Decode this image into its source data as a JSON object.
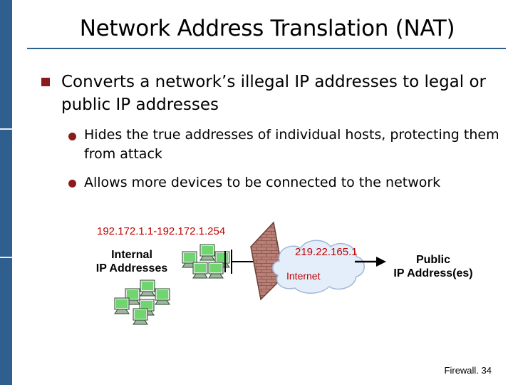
{
  "slide": {
    "title": "Network Address Translation (NAT)",
    "bullet_main": "Converts a network’s illegal IP addresses to legal or public IP addresses",
    "sub_bullets": [
      "Hides the true addresses of individual hosts, protecting them from attack",
      "Allows more devices to be connected to the network"
    ]
  },
  "diagram": {
    "internal_range": "192.172.1.1-192.172.1.254",
    "internal_label_line1": "Internal",
    "internal_label_line2": "IP Addresses",
    "public_ip": "219.22.165.1",
    "internet_label": "Internet",
    "public_label_line1": "Public",
    "public_label_line2": "IP Address(es)",
    "icons": [
      "computer-icon",
      "firewall-icon",
      "cloud-icon",
      "arrow-icon"
    ],
    "colors": {
      "accent_bar": "#2f5f8f",
      "bullet": "#8b1a1a",
      "label_red": "#c00000",
      "computer_screen": "#7fd87f",
      "firewall": "#b07a70"
    }
  },
  "footer": {
    "page_label": "Firewall. 34"
  }
}
